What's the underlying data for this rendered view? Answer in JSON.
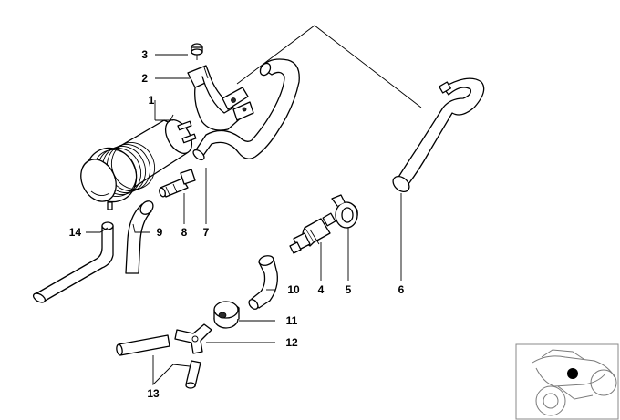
{
  "diagram": {
    "part_labels": [
      "1",
      "2",
      "3",
      "4",
      "5",
      "6",
      "7",
      "8",
      "9",
      "10",
      "11",
      "12",
      "13",
      "14"
    ]
  },
  "thumbnail": {
    "icon": "motorcycle-locator-icon",
    "marker_color": "#000000"
  },
  "colors": {
    "line": "#000000",
    "background": "#ffffff"
  }
}
